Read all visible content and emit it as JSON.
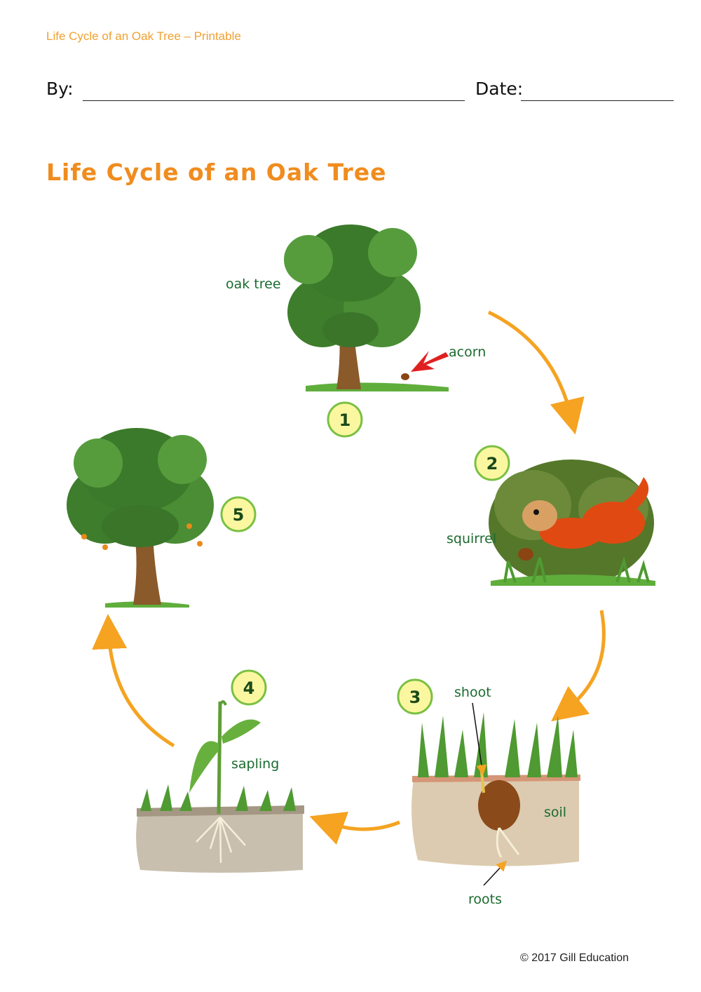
{
  "header": {
    "subtitle": "Life Cycle of an Oak Tree – Printable"
  },
  "form": {
    "by_label": "By:",
    "date_label": "Date:"
  },
  "title": "Life Cycle of an Oak Tree",
  "stages": [
    {
      "number": "1",
      "labels": [
        "oak tree",
        "acorn"
      ]
    },
    {
      "number": "2",
      "labels": [
        "squirrel"
      ]
    },
    {
      "number": "3",
      "labels": [
        "shoot",
        "soil",
        "roots"
      ]
    },
    {
      "number": "4",
      "labels": [
        "sapling"
      ]
    },
    {
      "number": "5",
      "labels": []
    }
  ],
  "colors": {
    "title": "#f08c1e",
    "arrows": "#f5a321",
    "badge_fill": "#fbf7a0",
    "badge_ring": "#7ac043",
    "label_text": "#1a6b2e"
  },
  "footer": {
    "copyright": "© 2017 Gill Education"
  }
}
